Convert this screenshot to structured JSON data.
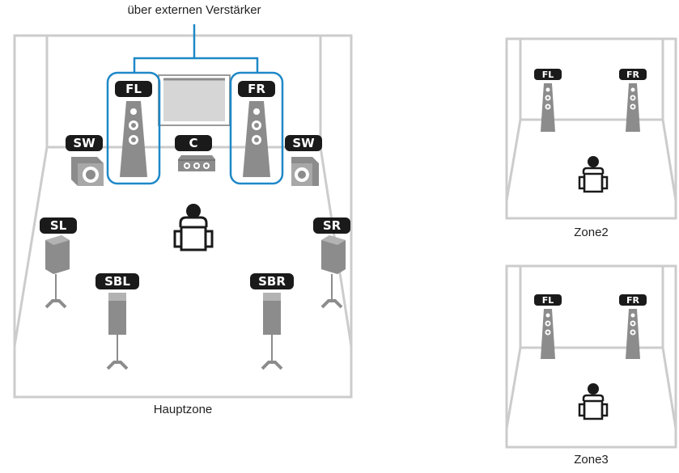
{
  "top_caption": "über externen Verstärker",
  "main_zone": {
    "caption": "Hauptzone",
    "labels": {
      "fl": "FL",
      "fr": "FR",
      "sw_left": "SW",
      "center": "C",
      "sw_right": "SW",
      "sl": "SL",
      "sr": "SR",
      "sbl": "SBL",
      "sbr": "SBR"
    }
  },
  "zone2": {
    "caption": "Zone2",
    "labels": {
      "fl": "FL",
      "fr": "FR"
    }
  },
  "zone3": {
    "caption": "Zone3",
    "labels": {
      "fl": "FL",
      "fr": "FR"
    }
  },
  "colors": {
    "accent_blue": "#1e88c8",
    "room_line": "#cccccc",
    "badge_fill": "#1a1a1a",
    "speaker_gray": "#8c8c8c",
    "screen_gray": "#d6d6d6"
  }
}
